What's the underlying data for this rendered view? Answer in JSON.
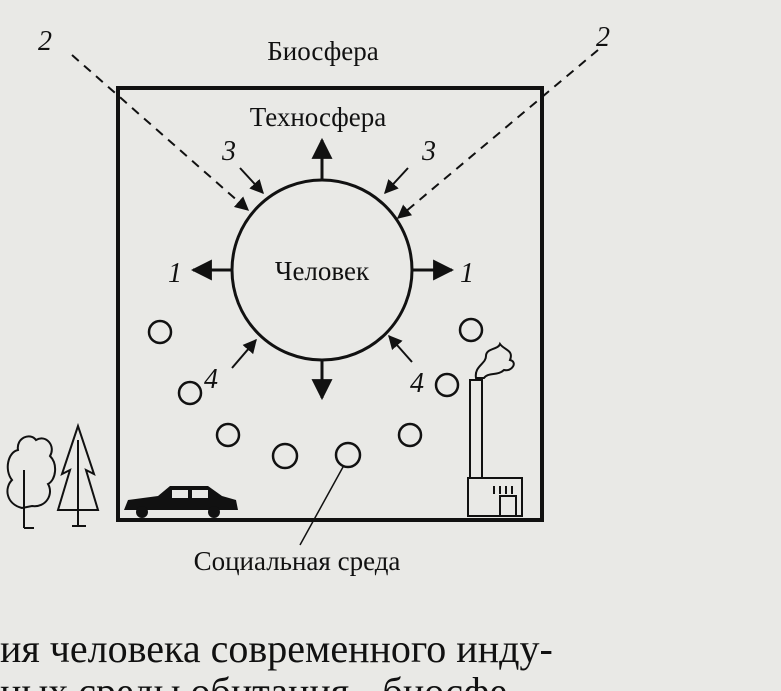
{
  "diagram": {
    "biosphere_label": "Биосфера",
    "technosphere_label": "Техносфера",
    "human_label": "Человек",
    "social_env_label": "Социальная среда",
    "markers": {
      "n1_left": "1",
      "n1_right": "1",
      "n2_left": "2",
      "n2_right": "2",
      "n3_left": "3",
      "n3_right": "3",
      "n4_left": "4",
      "n4_right": "4"
    },
    "icons": [
      "deciduous-tree-icon",
      "conifer-tree-icon",
      "car-icon",
      "factory-icon"
    ]
  },
  "page_text": {
    "line1": "ия человека современного инду-",
    "line2": "ных среды обитания - биосфе-"
  },
  "colors": {
    "ink": "#111111",
    "paper": "#e9e9e6"
  }
}
